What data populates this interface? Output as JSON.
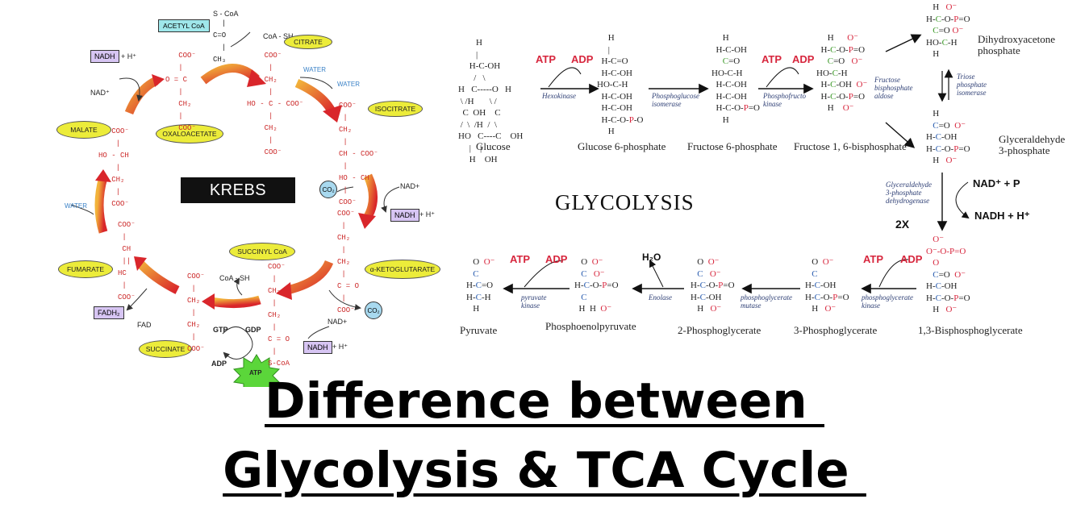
{
  "krebs": {
    "title": "KREBS CYCLE",
    "ovals": {
      "citrate": "CITRATE",
      "isocitrate": "ISOCITRATE",
      "ketoglutarate": "α-KETOGLUTARATE",
      "succinyl": "SUCCINYL CoA",
      "succinate": "SUCCINATE",
      "fumarate": "FUMARATE",
      "malate": "MALATE",
      "oxaloacetate": "OXALOACETATE"
    },
    "acetyl_coa": "ACETYL CoA",
    "coa_sh_1": "CoA - SH",
    "coa_sh_2": "CoA - SH",
    "s_coa_top": "S - CoA",
    "nadh_1": "NADH",
    "nadh_2": "NADH",
    "nadh_3": "NADH",
    "h_plus": "+ H⁺",
    "nad_plus": "NAD⁺",
    "nad_plus_1": "NAD+",
    "nad_plus_2": "NAD+",
    "fadh2": "FADH₂",
    "fad": "FAD",
    "gtp": "GTP",
    "gdp": "GDP",
    "adp": "ADP",
    "atp": "ATP",
    "co2": "CO₂",
    "water": "WATER"
  },
  "glycolysis": {
    "title": "GLYCOLYSIS",
    "atp": "ATP",
    "adp": "ADP",
    "nad_p": "NAD⁺ + P",
    "nadh_h": "NADH + H⁺",
    "two_x": "2X",
    "h2o": "H₂O",
    "compounds": {
      "glucose": "Glucose",
      "g6p": "Glucose 6-phosphate",
      "f6p": "Fructose 6-phosphate",
      "f16bp": "Fructose 1, 6-bisphosphate",
      "dhap": "Dihydroxyacetone\nphosphate",
      "g3p": "Glyceraldehyde\n3-phosphate",
      "bpg13": "1,3-Bisphosphoglycerate",
      "pg3": "3-Phosphoglycerate",
      "pg2": "2-Phosphoglycerate",
      "pep": "Phosphoenolpyruvate\n(PEP)",
      "pyruvate": "Pyruvate"
    },
    "enzymes": {
      "hexokinase": "Hexokinase",
      "pgi": "Phosphoglucose\nisomerase",
      "pfk": "Phosphofructo\nkinase",
      "aldolase": "Fructose\nbisphosphate\naldose",
      "tpi": "Triose\nphosphate\nisomerase",
      "gapdh": "Glyceraldehyde\n3-phosphate\ndehydrogenase",
      "pgk": "phosphoglycerate\nkinase",
      "pgm": "phosphoglycerate\nmutase",
      "enolase": "Enolase",
      "pk": "pyruvate\nkinase"
    }
  },
  "heading": {
    "line1": "Difference between ",
    "line2": "Glycolysis & TCA Cycle "
  }
}
